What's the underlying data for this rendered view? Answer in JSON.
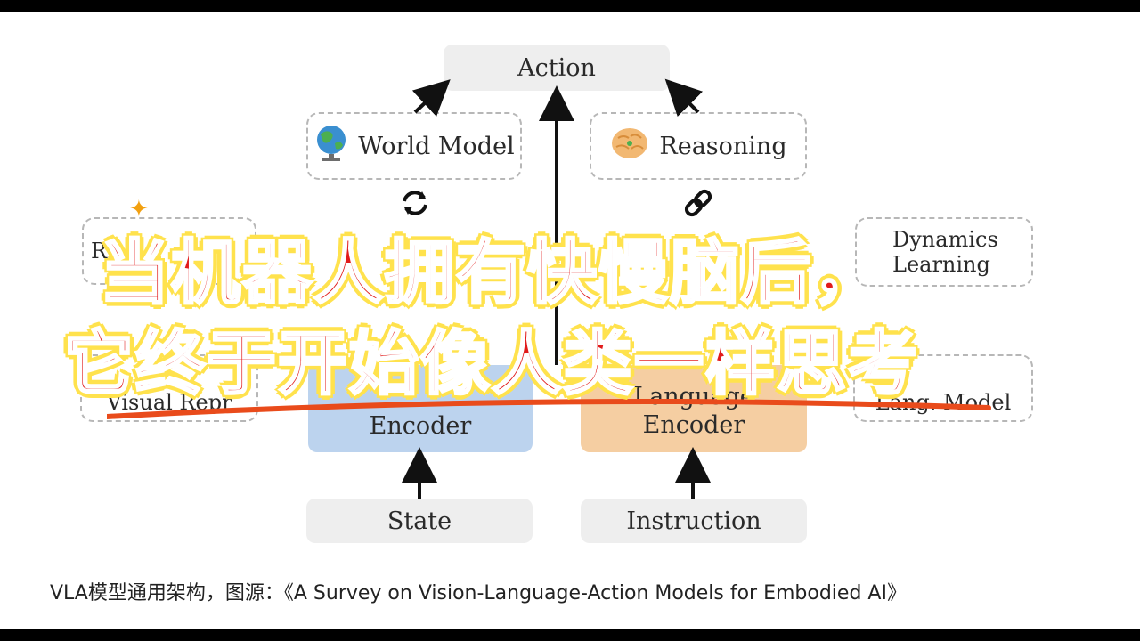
{
  "diagram": {
    "action": "Action",
    "world_model": "World Model",
    "reasoning": "Reasoning",
    "dynamics": "Dynamics\nLearning",
    "left_partial_top": "R",
    "left_partial_bottom": "Visual Repr",
    "vision_encoder": "Encoder",
    "language_encoder_top": "Language",
    "language_encoder": "Encoder",
    "lang_model": "Lang. Model",
    "state": "State",
    "instruction": "Instruction"
  },
  "overlay": {
    "line1": "当机器人拥有快慢脑后，",
    "line2": "它终于开始像人类一样思考"
  },
  "caption": "VLA模型通用架构，图源：《A Survey on Vision-Language-Action Models for Embodied AI》",
  "colors": {
    "overlay_text": "#e11b1b",
    "overlay_outline": "#ffe24d",
    "vision_encoder": "#bcd3ee",
    "language_encoder": "#f5cea2"
  }
}
